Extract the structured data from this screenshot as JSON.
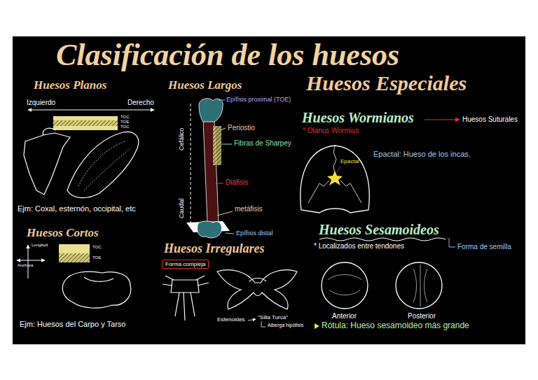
{
  "diagram": {
    "title": "Clasificación de los huesos",
    "nodes": [
      {
        "text": [
          "Forma compleja"
        ]
      }
    ],
    "labels": [
      "Huesos Planos",
      "Izquierdo",
      "Derecho",
      "TOC",
      "TOE",
      "TOC",
      "Ejm: Coxal, esternón, occipital, etc",
      "Huesos Cortos",
      "Longitud",
      "Anchura",
      "TOC",
      "TOE",
      "Ejm: Huesos del Carpo y Tarso",
      "Huesos Largos",
      "Cefálico",
      "Caudal",
      "Epífisis proximal (TOE)",
      "Periostio",
      "Fibras de Sharpey",
      "Diáfisis",
      "metáfisis",
      "Epífisis distal",
      "Huesos Irregulares",
      "Esfenoides",
      "\"Silla Turca\"",
      "Alberga hipófisis",
      "Huesos Especiales",
      "Huesos Wormianos",
      "Huesos Suturales",
      "* Olanus Wormius",
      "Epactal",
      "Epactal: Hueso de los incas.",
      "Huesos Sesamoideos",
      "* Localizados entre tendones",
      "Forma de semilla",
      "Anterior",
      "Posterior",
      "Rótula: Hueso sesamoideo más grande"
    ]
  }
}
